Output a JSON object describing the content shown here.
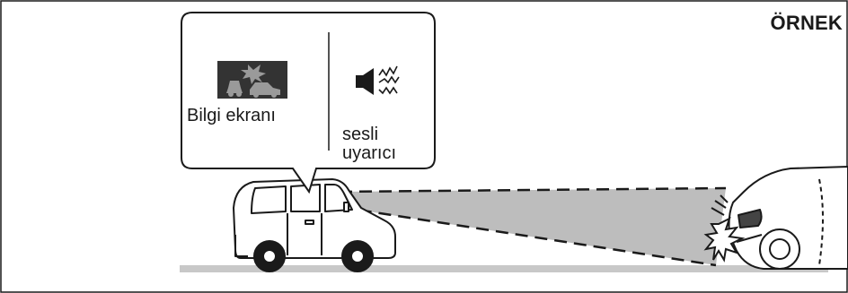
{
  "corner_label": "ÖRNEK",
  "callout": {
    "display_label": "Bilgi ekranı",
    "sound_label_line1": "sesli",
    "sound_label_line2": "uyarıcı",
    "display_icon": "collision-warning-icon",
    "sound_icon": "speaker-sound-icon"
  },
  "scene": {
    "vehicle_rear": "minivan-icon",
    "vehicle_front": "car-rear-icon",
    "detection_zone": "radar-beam",
    "colors": {
      "ground": "#c8c8c8",
      "beam": "#bdbdbd",
      "icon_bg": "#333333",
      "outline": "#1a1a1a"
    }
  }
}
